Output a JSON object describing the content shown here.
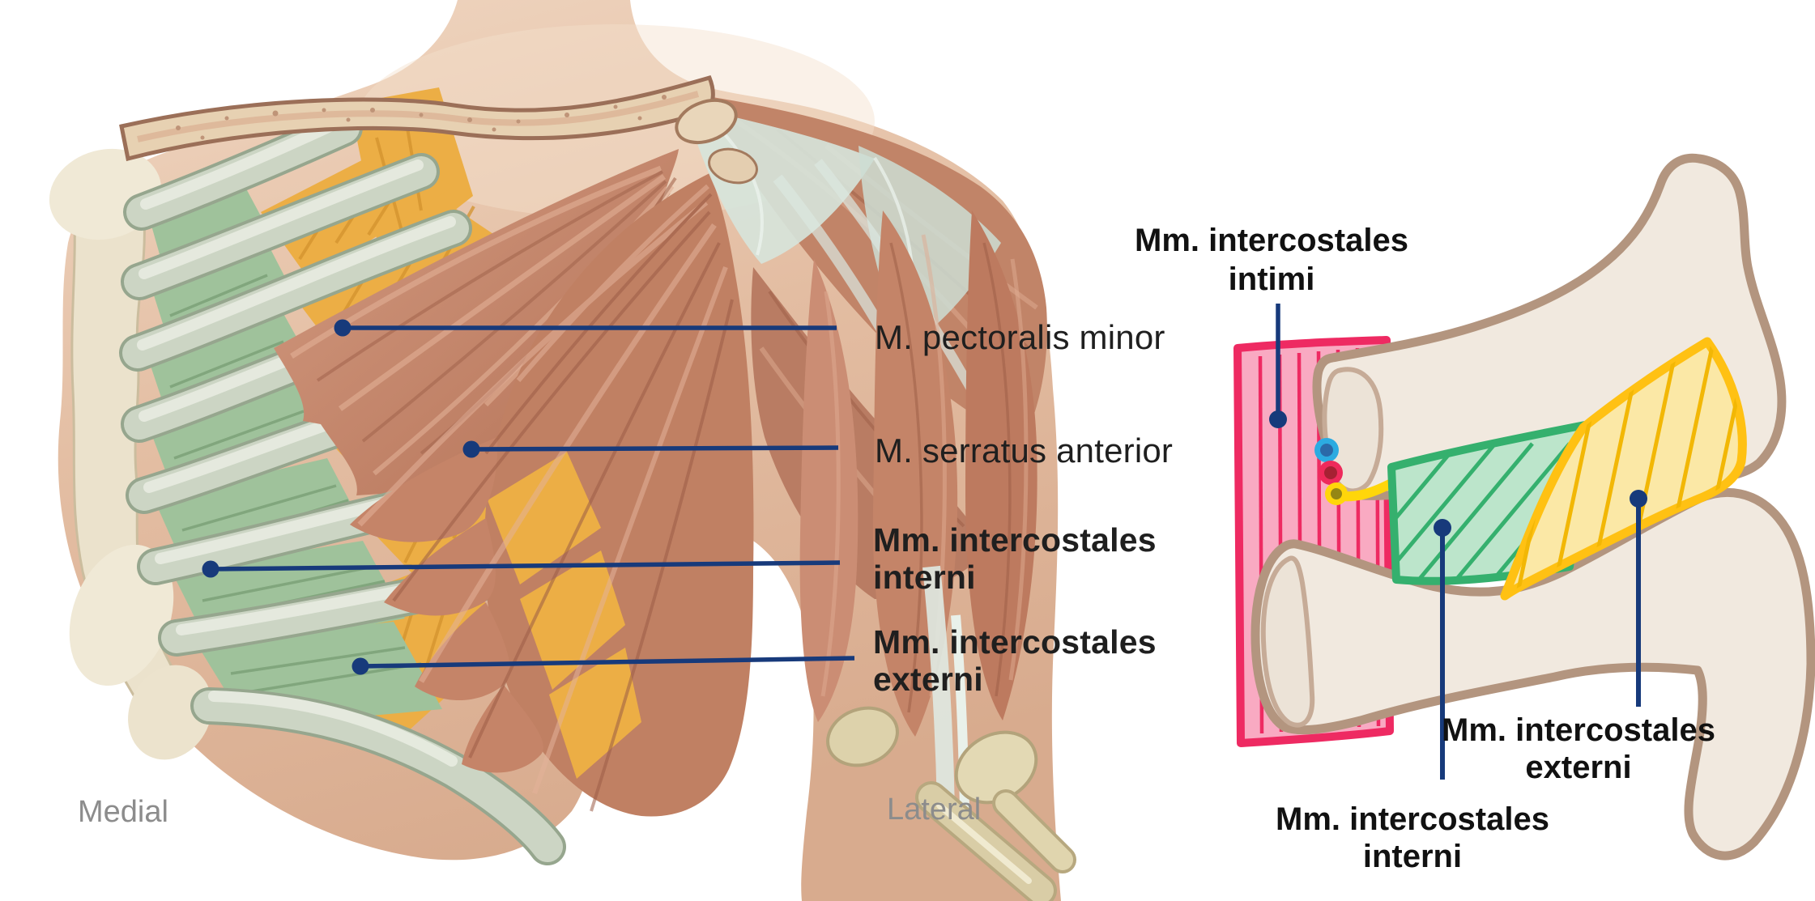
{
  "colors": {
    "leader_navy": "#173a7b",
    "label_text": "#1f1f1f",
    "orientation_gray": "#8c8c8c",
    "intimi_fill": "#f9aac2",
    "intimi_border": "#ee2a62",
    "interni_fill": "#bce5cb",
    "interni_border": "#35b06e",
    "externi_fill": "#fbe8a6",
    "externi_border": "#ffc113",
    "rib_fill": "#f1e9df",
    "rib_border": "#b3957f",
    "vein_blue": "#2cabe1",
    "artery_red": "#ee2a5b",
    "nerve_yellow": "#ffd60a",
    "interni_muscle_green": "#9fc29b",
    "externi_muscle_yellow": "#ecae45",
    "muscle_pink": "#c78a72",
    "bone_cream": "#ebe2cc"
  },
  "left": {
    "labels": {
      "pectoralis": "M. pectoralis minor",
      "serratus": "M. serratus anterior",
      "interni1": "Mm. intercostales",
      "interni2": "interni",
      "externi1": "Mm. intercostales",
      "externi2": "externi"
    },
    "orientation": {
      "medial": "Medial",
      "lateral": "Lateral"
    }
  },
  "right": {
    "labels": {
      "intimi1": "Mm. intercostales",
      "intimi2": "intimi",
      "interni1": "Mm. intercostales",
      "interni2": "interni",
      "externi1": "Mm. intercostales",
      "externi2": "externi"
    }
  }
}
